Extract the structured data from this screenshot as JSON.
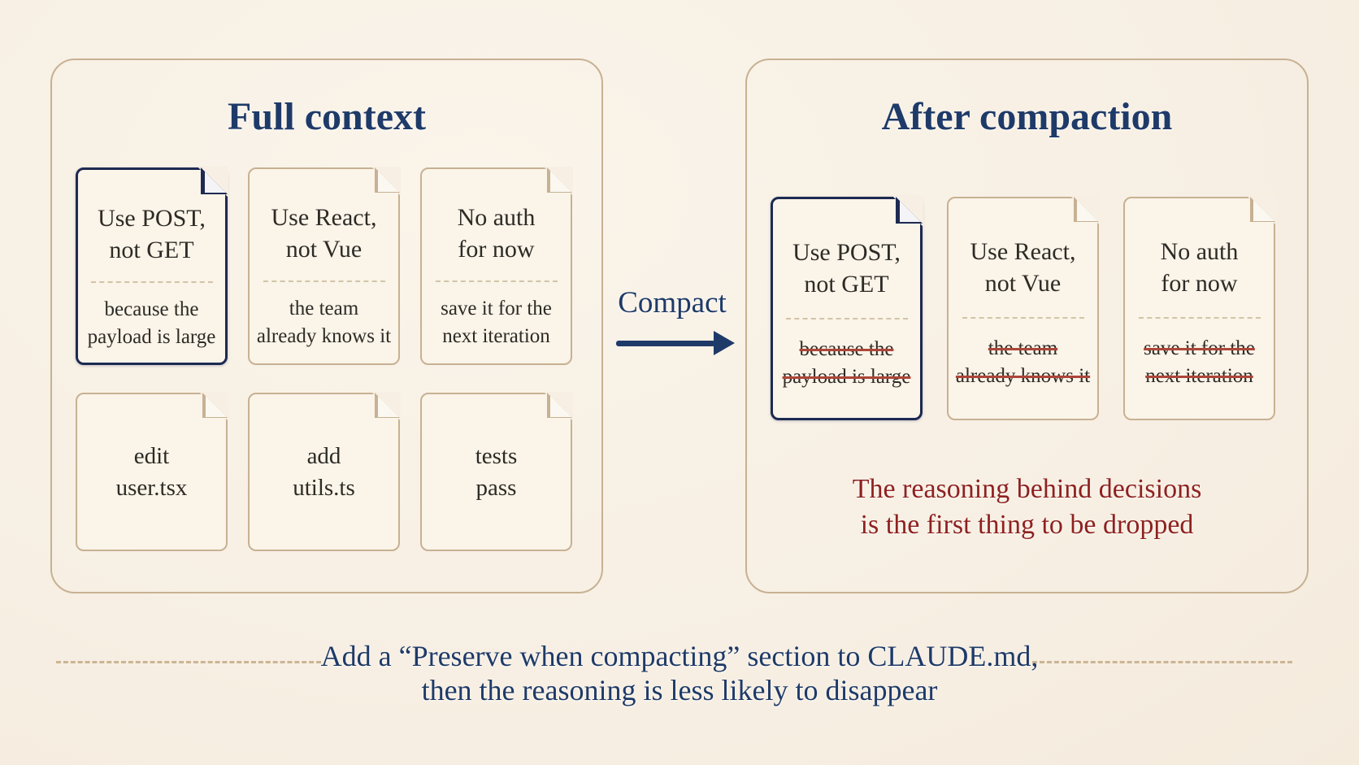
{
  "colors": {
    "page_background": "#f7efe3",
    "accent_navy": "#1d2a52",
    "title_navy": "#1e3a68",
    "warning_red": "#8e2120",
    "strike_red": "#ad4638",
    "border_tan": "#c7b193"
  },
  "left_panel": {
    "title": "Full context",
    "row1": [
      {
        "title1": "Use POST,",
        "title2": "not GET",
        "reason1": "because the",
        "reason2": "payload is large"
      },
      {
        "title1": "Use React,",
        "title2": "not Vue",
        "reason1": "the team",
        "reason2": "already knows it"
      },
      {
        "title1": "No auth",
        "title2": "for now",
        "reason1": "save it for the",
        "reason2": "next iteration"
      }
    ],
    "row2": [
      {
        "line1": "edit",
        "line2": "user.tsx"
      },
      {
        "line1": "add",
        "line2": "utils.ts"
      },
      {
        "line1": "tests",
        "line2": "pass"
      }
    ]
  },
  "arrow": {
    "label": "Compact"
  },
  "right_panel": {
    "title": "After compaction",
    "cards": [
      {
        "title1": "Use POST,",
        "title2": "not GET",
        "reason1": "because the",
        "reason2": "payload is large"
      },
      {
        "title1": "Use React,",
        "title2": "not Vue",
        "reason1": "the team",
        "reason2": "already knows it"
      },
      {
        "title1": "No auth",
        "title2": "for now",
        "reason1": "save it for the",
        "reason2": "next iteration"
      }
    ],
    "callout1": "The reasoning behind decisions",
    "callout2": "is the first thing to be dropped"
  },
  "footer": {
    "line1": "Add a “Preserve when compacting” section to CLAUDE.md,",
    "line2": "then the reasoning is less likely to disappear"
  }
}
